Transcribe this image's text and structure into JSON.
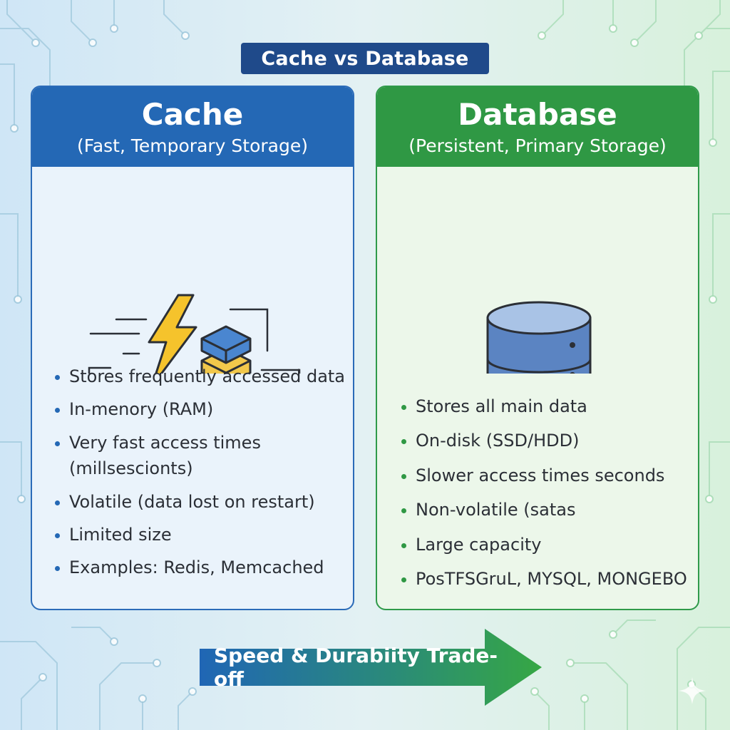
{
  "title": "Cache vs Database",
  "cache": {
    "title": "Cache",
    "subtitle": "(Fast, Temporary Storage)",
    "illustration_icons": [
      "lightning-icon",
      "memory-stack-icon"
    ],
    "bullets": [
      "Stores frequently accessed data",
      "In-menory (RAM)",
      "Very fast access times",
      "(millsescionts)",
      "Volatile (data lost on restart)",
      "Limited size",
      "Examples: Redis, Memcached"
    ]
  },
  "database": {
    "title": "Database",
    "subtitle": "(Persistent, Primary Storage)",
    "illustration_icons": [
      "database-cylinder-icon"
    ],
    "bullets": [
      "Stores all main data",
      "On-disk (SSD/HDD)",
      "Slower access times seconds",
      "Non-volatile (satas",
      "Large capacity",
      "PosTFSGruL, MYSQL, MONGEBO"
    ]
  },
  "tradeoff_label": "Speed & Durabiity Trade-off",
  "colors": {
    "cache_blue": "#2468b5",
    "database_green": "#2f9844",
    "title_navy": "#1f4a8a",
    "lightning_yellow": "#f5c32c",
    "stack_blue": "#4a86d0",
    "stack_yellow": "#f2c84b",
    "db_cylinder": "#5b84c2"
  }
}
